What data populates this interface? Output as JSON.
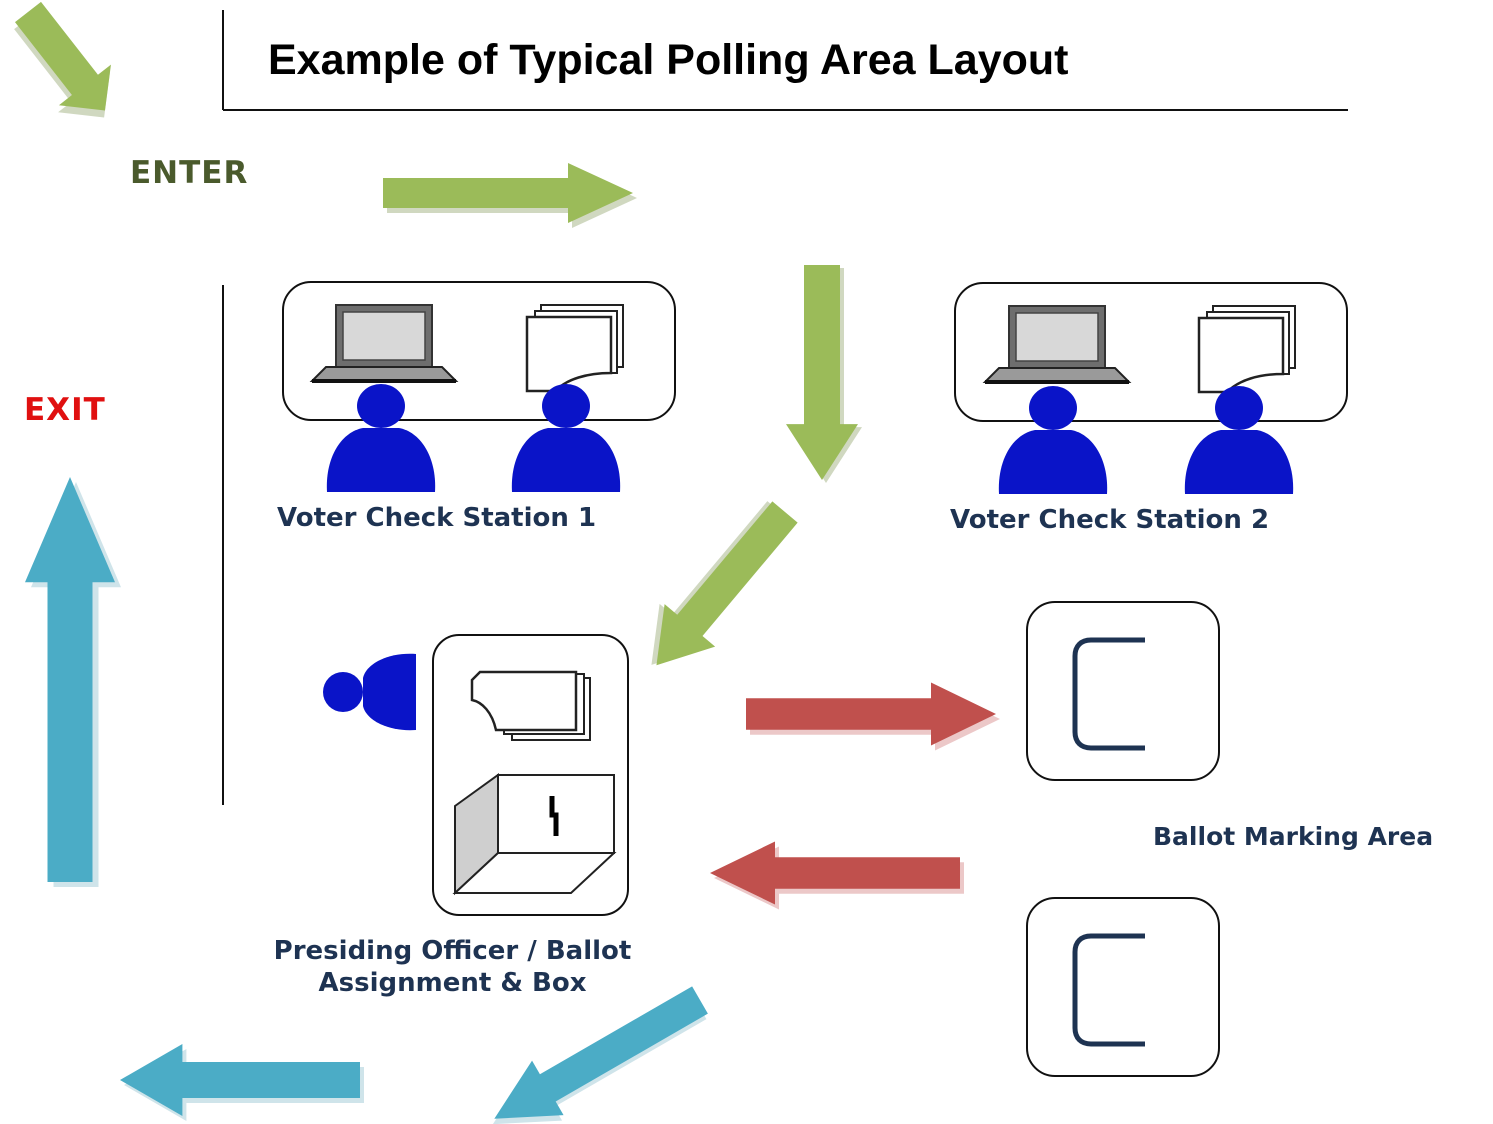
{
  "title": "Example of Typical Polling Area Layout",
  "labels": {
    "enter": "ENTER",
    "exit": "EXIT",
    "station1": "Voter Check Station 1",
    "station2": "Voter Check Station 2",
    "presiding_officer_line1": "Presiding Officer / Ballot",
    "presiding_officer_line2": "Assignment & Box",
    "ballot_marking_area": "Ballot Marking Area"
  },
  "colors": {
    "green_arrow": "#9bbb59",
    "red_arrow": "#c0504d",
    "blue_arrow": "#4bacc6",
    "person": "#0a14c8",
    "title_text": "#000000",
    "label_text": "#1e3352",
    "enter_text": "#4a5a2c",
    "exit_text": "#e01010"
  },
  "icons": [
    "laptop-icon",
    "papers-icon",
    "person-icon",
    "ballot-box-icon",
    "voting-booth-icon",
    "arrow-icon"
  ]
}
